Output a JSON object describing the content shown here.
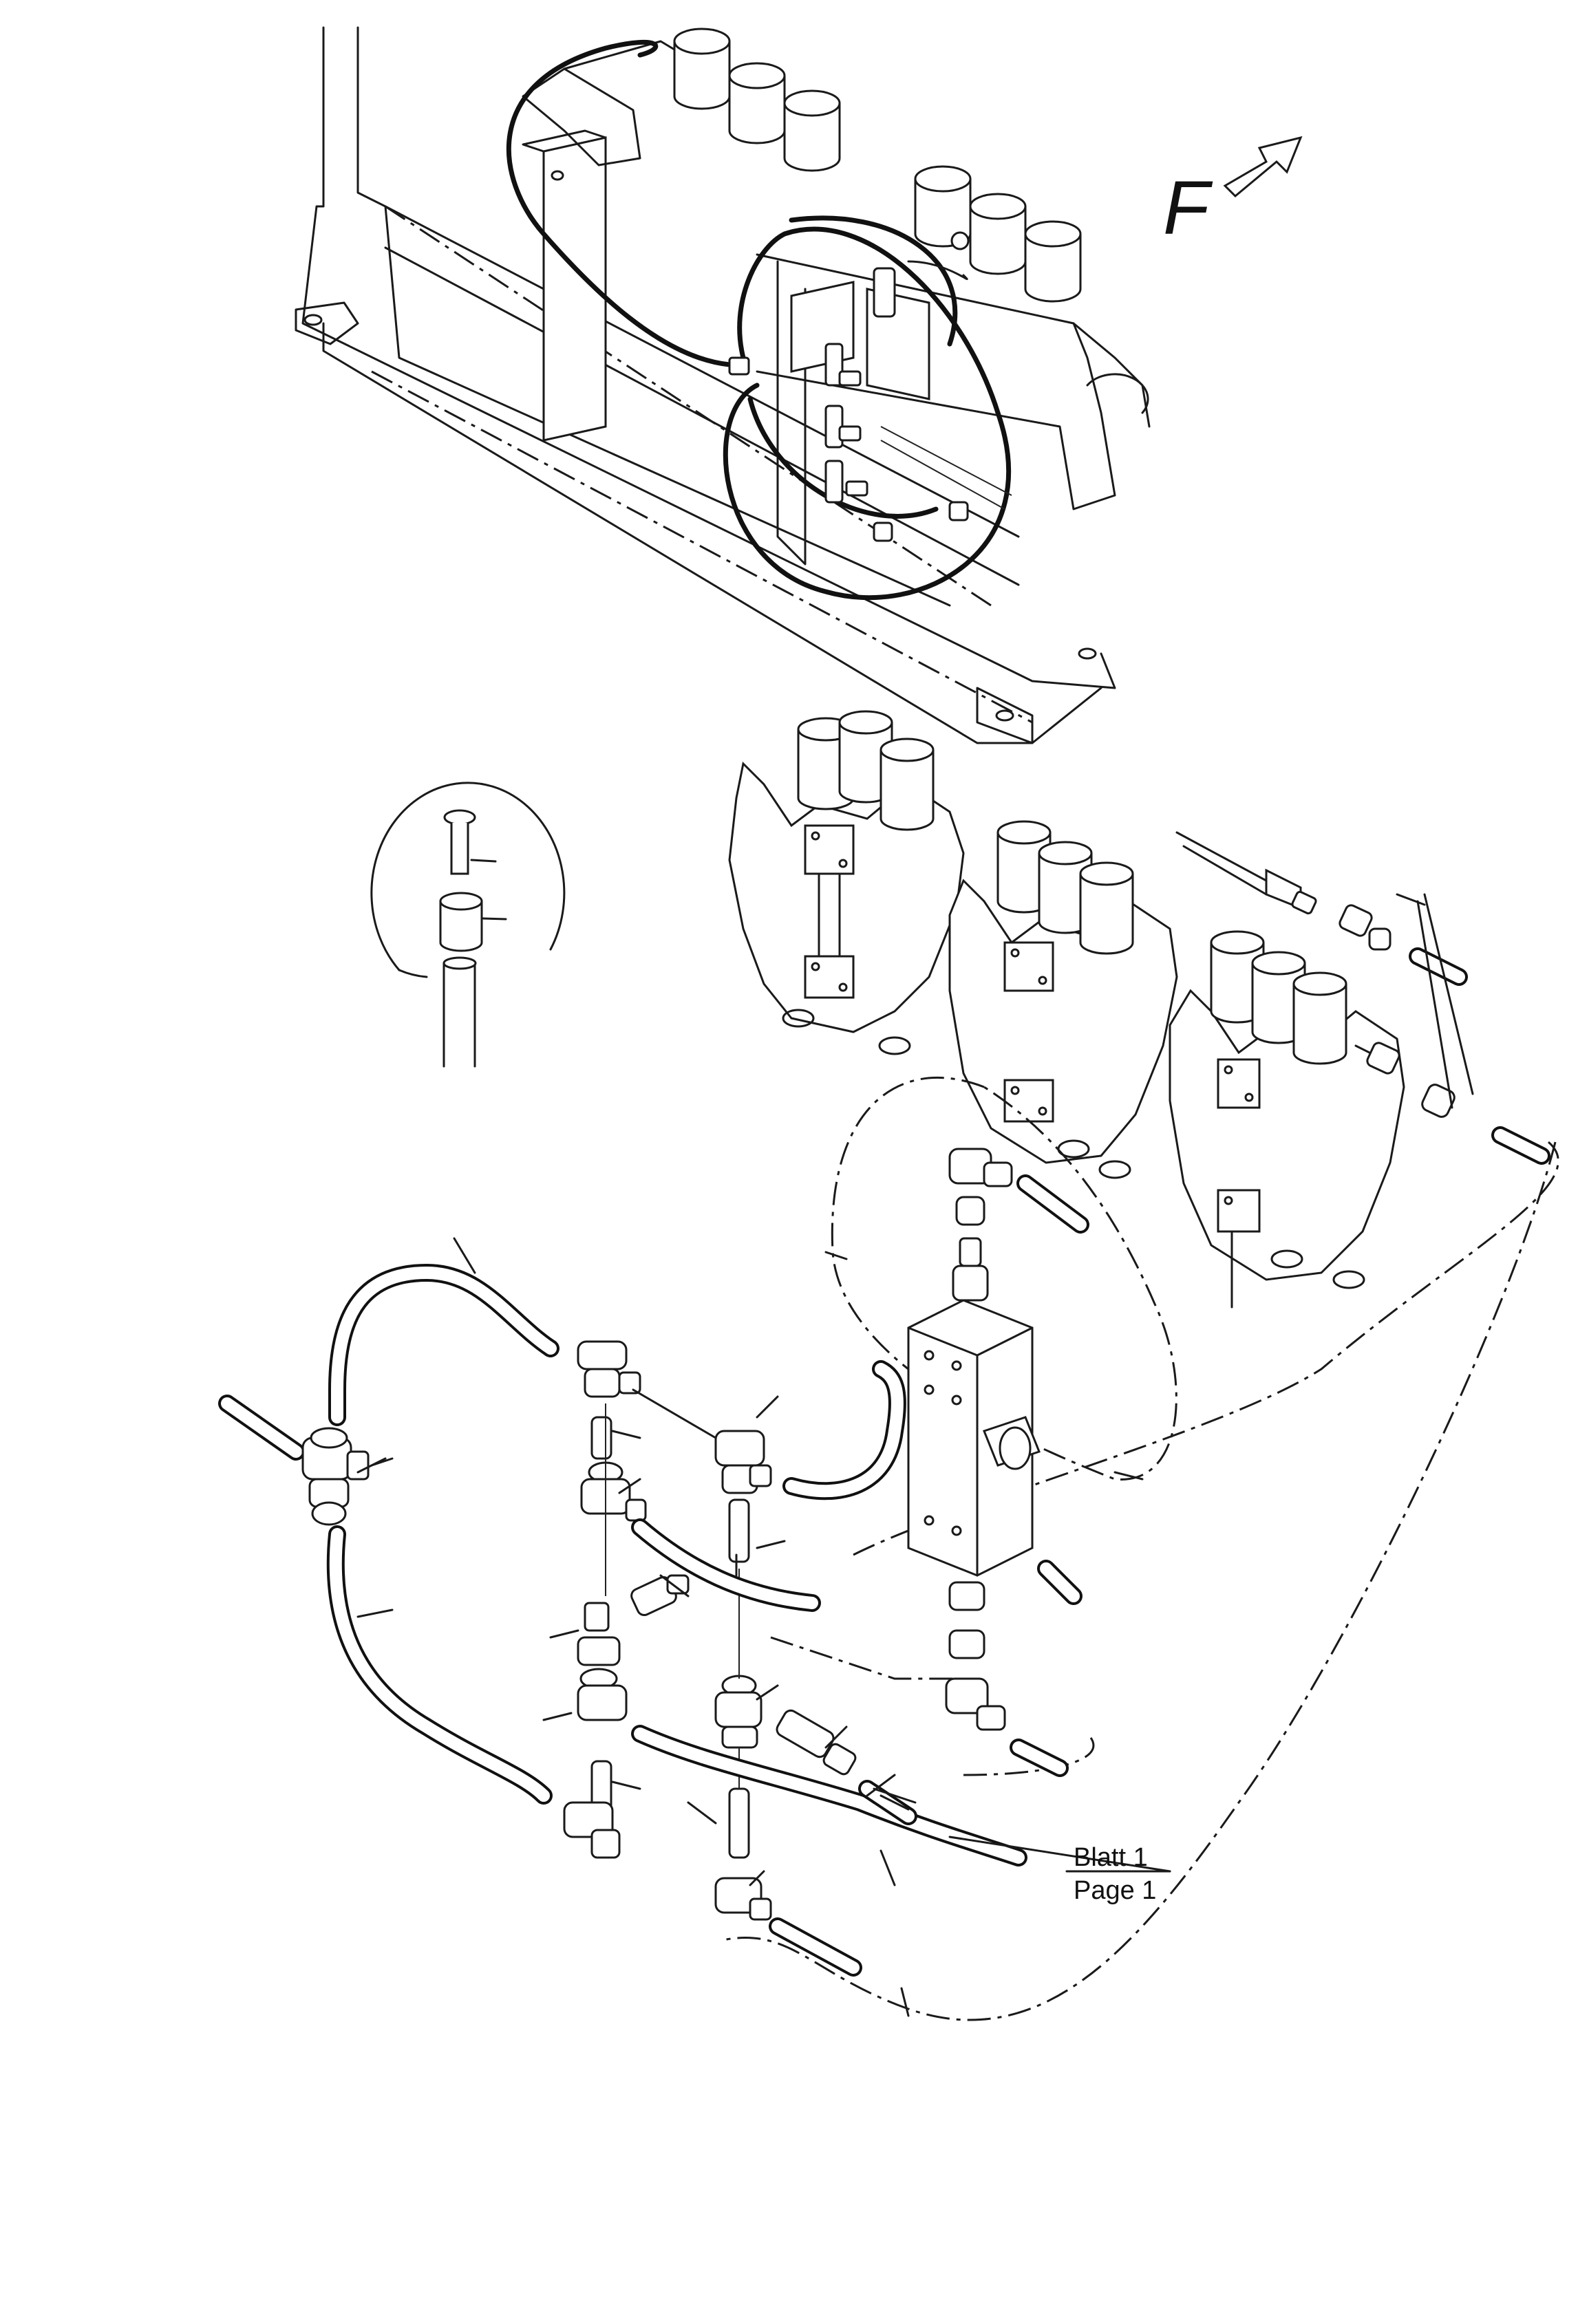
{
  "direction_marker": {
    "letter": "F",
    "icon": "arrow-icon"
  },
  "page_reference": {
    "line1": "Blatt 1",
    "line2": "Page 1"
  },
  "colors": {
    "ink": "#111111",
    "paper": "#ffffff"
  }
}
